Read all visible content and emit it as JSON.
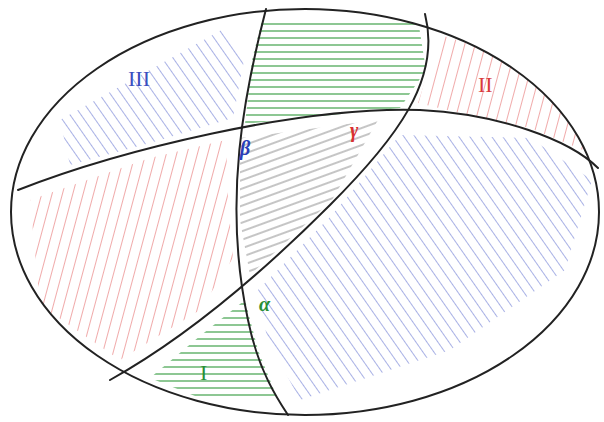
{
  "diagram": {
    "labels": [
      "III",
      "II",
      "I",
      "β",
      "γ",
      "α"
    ]
  }
}
